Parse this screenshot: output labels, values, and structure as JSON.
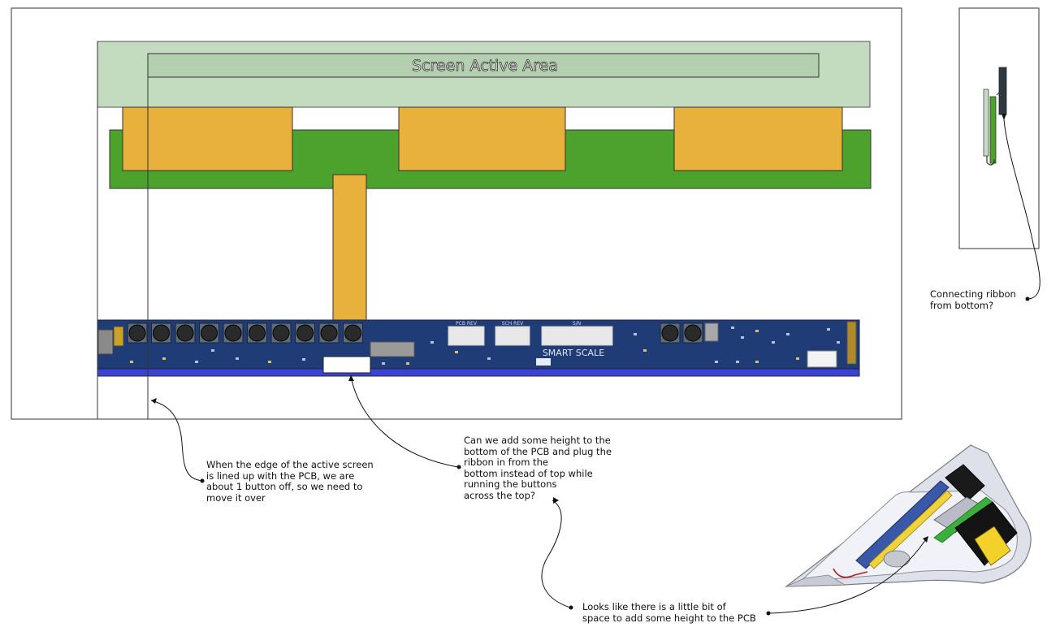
{
  "colors": {
    "screen_glass": "#b4cfb0",
    "lcd_panel": "#c3dbbf",
    "screen_pcb": "#4ca22c",
    "connector_orange": "#e7b13b",
    "main_pcb": "#1f3c77",
    "pcb_edge": "#3a43d4",
    "button_cap": "#2a2a2a",
    "outline": "#333333"
  },
  "diagram": {
    "screen_label": "Screen Active Area",
    "pcb": {
      "silk_labels": [
        "PCB REV",
        "SCH REV",
        "S/N"
      ],
      "brand": "SMART SCALE",
      "button_count_left": 10,
      "button_count_right": 2
    }
  },
  "annotations": {
    "ribbon_bottom": "Connecting ribbon\nfrom bottom?",
    "edge_alignment": "When the edge of the active screen\nis lined up with the PCB, we are\nabout 1 button off, so we need to\nmove it over",
    "add_height": "Can we add some height to the\nbottom of the PCB and plug the\nribbon in from the\nbottom instead of top while\nrunning the buttons\nacross the top?",
    "space_available": "Looks like there is a little bit of\nspace to add some height to the PCB"
  }
}
